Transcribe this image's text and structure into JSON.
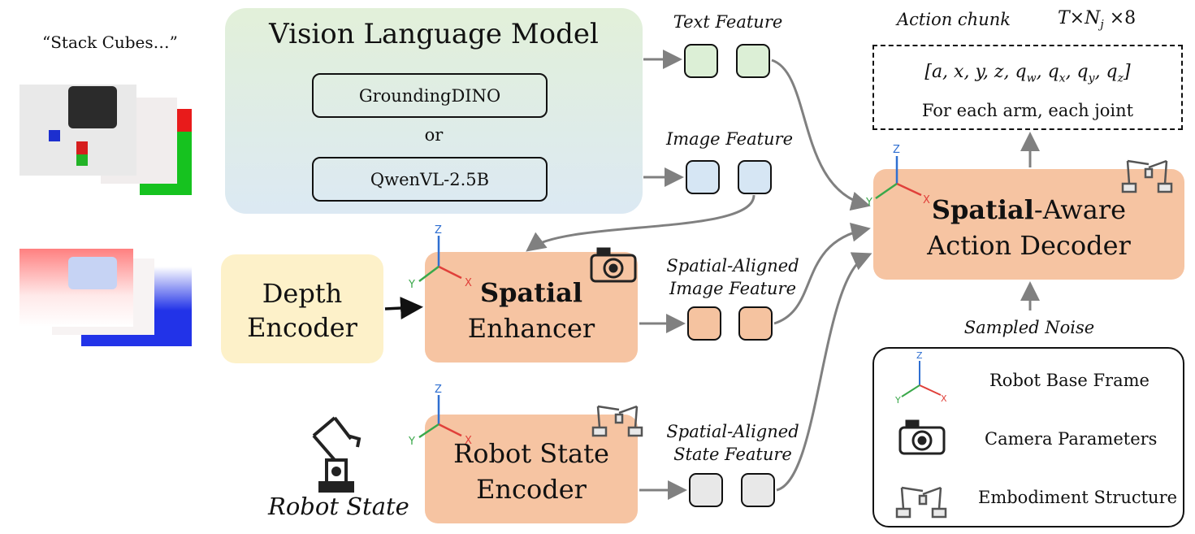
{
  "prompt_text": "“Stack Cubes…”",
  "vlm": {
    "title": "Vision Language Model",
    "option_a": "GroundingDINO",
    "or": "or",
    "option_b": "QwenVL-2.5B"
  },
  "features": {
    "text": "Text Feature",
    "image": "Image Feature",
    "spatial_image_1": "Spatial-Aligned",
    "spatial_image_2": "Image Feature",
    "spatial_state_1": "Spatial-Aligned",
    "spatial_state_2": "State Feature"
  },
  "depth_encoder": {
    "line1": "Depth",
    "line2": "Encoder"
  },
  "spatial_enhancer": {
    "line1": "Spatial",
    "line2": "Enhancer"
  },
  "robot_state_encoder": {
    "line1": "Robot State",
    "line2": "Encoder"
  },
  "robot_state_label": "Robot State",
  "decoder": {
    "bold": "Spatial",
    "rest": "-Aware",
    "line2": "Action Decoder"
  },
  "action_chunk": {
    "title": "Action chunk",
    "dims": "T×N",
    "dims_sub": "j",
    "dims_tail": " ×8",
    "vector": "[a, x, y, z, q",
    "vector_sub_w": "w",
    "vector_sub_x": "x",
    "vector_sub_y": "y",
    "vector_sub_z": "z",
    "caption": "For each arm, each joint"
  },
  "sampled_noise": "Sampled Noise",
  "legend": {
    "frame": "Robot Base Frame",
    "camera": "Camera Parameters",
    "embodiment": "Embodiment Structure"
  },
  "axis_labels": {
    "z": "Z",
    "y": "Y",
    "x": "X"
  },
  "colors": {
    "orange_box": "#f6c4a2",
    "depth_box": "#fdf1c9",
    "axis_z": "#2f6fd1",
    "axis_x": "#e0403a",
    "axis_y": "#3aa84a",
    "arrow": "#808080"
  }
}
